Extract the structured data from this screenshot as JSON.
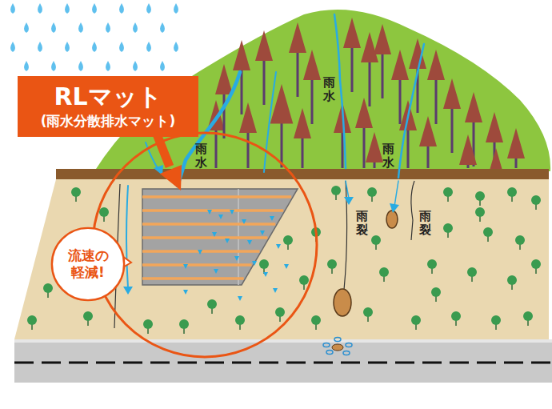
{
  "diagram": {
    "nodes": [
      {
        "text": [
          "RLマット",
          "(雨水分散排水マット)"
        ]
      },
      {
        "text": [
          "流速の軽減!"
        ]
      }
    ],
    "labels": [
      "雨水",
      "雨水",
      "雨水",
      "雨裂",
      "雨裂"
    ]
  }
}
